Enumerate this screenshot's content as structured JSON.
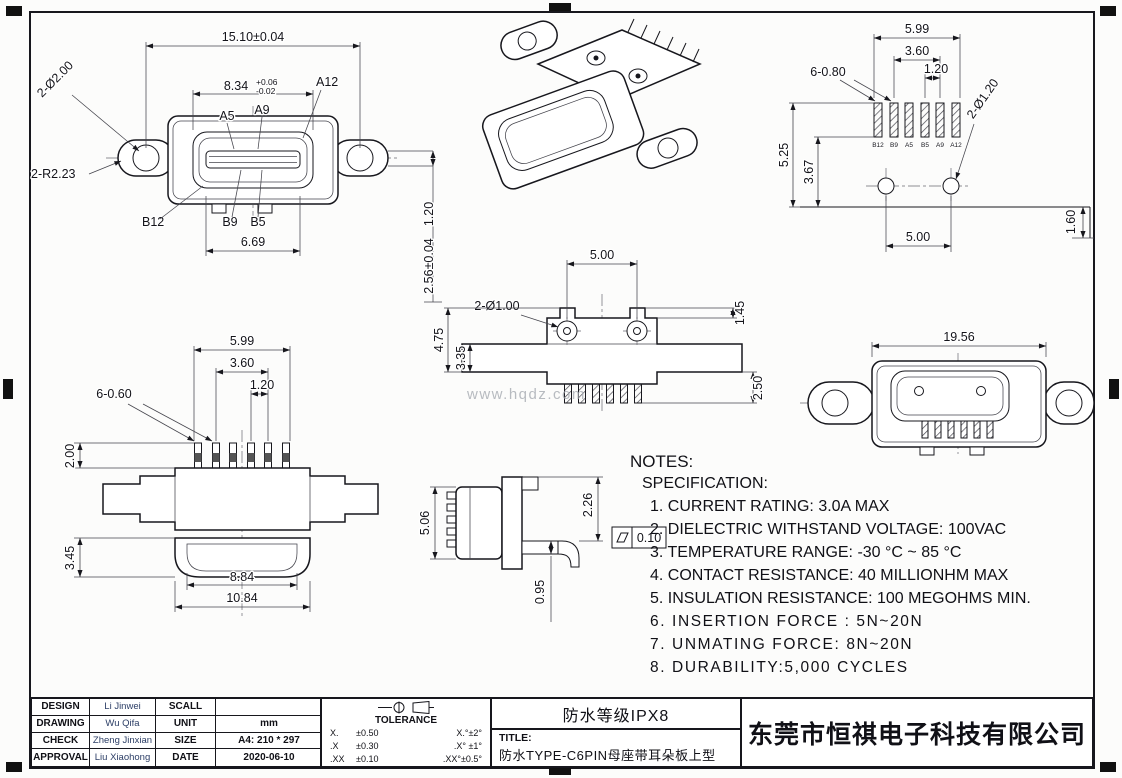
{
  "watermark": "www.hqdz.com",
  "views": {
    "front": {
      "dim_overall_width": "15.10±0.04",
      "dim_opening_width": "8.34",
      "tol_plus": "+0.06",
      "tol_minus": "-0.02",
      "pin_a12": "A12",
      "pin_a5": "A5",
      "pin_a9": "A9",
      "pin_b12": "B12",
      "pin_b9": "B9",
      "pin_b5": "B5",
      "dim_mount_holes": "2-Ø2.00",
      "dim_ear_radius": "2-R2.23",
      "dim_tongue_width": "6.69",
      "dim_tongue_thickness": "1.20",
      "dim_height": "2.56±0.04"
    },
    "top": {
      "dim_pin_span": "5.99",
      "dim_pin_group": "3.60",
      "dim_pin_pitch": "1.20",
      "dim_pin_width": "6-0.80",
      "dim_leg_holes": "2-Ø1.20",
      "dim_depth_total": "5.25",
      "dim_depth_legs": "3.67",
      "pin_labels": [
        "B12",
        "B9",
        "A5",
        "B5",
        "A9",
        "A12"
      ],
      "dim_leg_span": "5.00",
      "dim_edge": "1.60"
    },
    "mid": {
      "dim_post_span": "5.00",
      "dim_step": "1.45",
      "dim_post_holes": "2-Ø1.00",
      "dim_height_total": "4.75",
      "dim_height_body": "3.35",
      "dim_height_pins": "2.50"
    },
    "rear": {
      "dim_shell_width": "19.56"
    },
    "bottom": {
      "dim_pin_span": "5.99",
      "dim_pin_group": "3.60",
      "dim_pin_pitch": "1.20",
      "dim_pin_width": "6-0.60",
      "dim_pin_height": "2.00",
      "dim_seal_height": "3.45",
      "dim_seal_inner": "8.84",
      "dim_seal_outer": "10.84"
    },
    "side": {
      "dim_body_height": "5.06",
      "dim_pin_thickness": "0.95",
      "dim_top_offset": "2.26",
      "flatness_value": "0.10"
    }
  },
  "notes": {
    "heading": "NOTES:",
    "subheading": "SPECIFICATION:",
    "items": [
      "1. CURRENT RATING: 3.0A MAX",
      "2. DIELECTRIC WITHSTAND VOLTAGE: 100VAC",
      "3. TEMPERATURE RANGE: -30 °C ~ 85 °C",
      "4. CONTACT RESISTANCE: 40 MILLIONHM MAX",
      "5. INSULATION RESISTANCE: 100 MEGOHMS MIN.",
      "6. INSERTION FORCE : 5N~20N",
      "7. UNMATING FORCE: 8N~20N",
      "8. DURABILITY:5,000 CYCLES"
    ]
  },
  "title_block": {
    "people": [
      {
        "role": "DESIGN",
        "name": "Li Jinwei"
      },
      {
        "role": "DRAWING",
        "name": "Wu Qifa"
      },
      {
        "role": "CHECK",
        "name": "Zheng Jinxian"
      },
      {
        "role": "APPROVAL",
        "name": "Liu Xiaohong"
      }
    ],
    "meta": [
      {
        "label": "SCALL",
        "value": ""
      },
      {
        "label": "UNIT",
        "value": "mm"
      },
      {
        "label": "SIZE",
        "value": "A4: 210 * 297"
      },
      {
        "label": "DATE",
        "value": "2020-06-10"
      }
    ],
    "tolerance": {
      "heading": "TOLERANCE",
      "rows": [
        {
          "c1": "X.",
          "c2": "±0.50",
          "c3": "X.°±2°"
        },
        {
          "c1": ".X",
          "c2": "±0.30",
          "c3": ".X° ±1°"
        },
        {
          "c1": ".XX",
          "c2": "±0.10",
          "c3": ".XX°±0.5°"
        }
      ]
    },
    "waterproof_rating": "防水等级IPX8",
    "title_label": "TITLE:",
    "drawing_title": "防水TYPE-C6PIN母座带耳朵板上型",
    "company": "东莞市恒祺电子科技有限公司"
  }
}
